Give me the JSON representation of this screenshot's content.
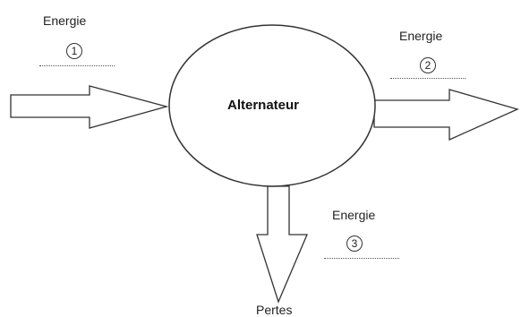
{
  "diagram": {
    "center_label": "Alternateur",
    "input": {
      "label": "Energie",
      "number": "1"
    },
    "output": {
      "label": "Energie",
      "number": "2"
    },
    "losses": {
      "label": "Energie",
      "number": "3",
      "caption": "Pertes"
    }
  }
}
